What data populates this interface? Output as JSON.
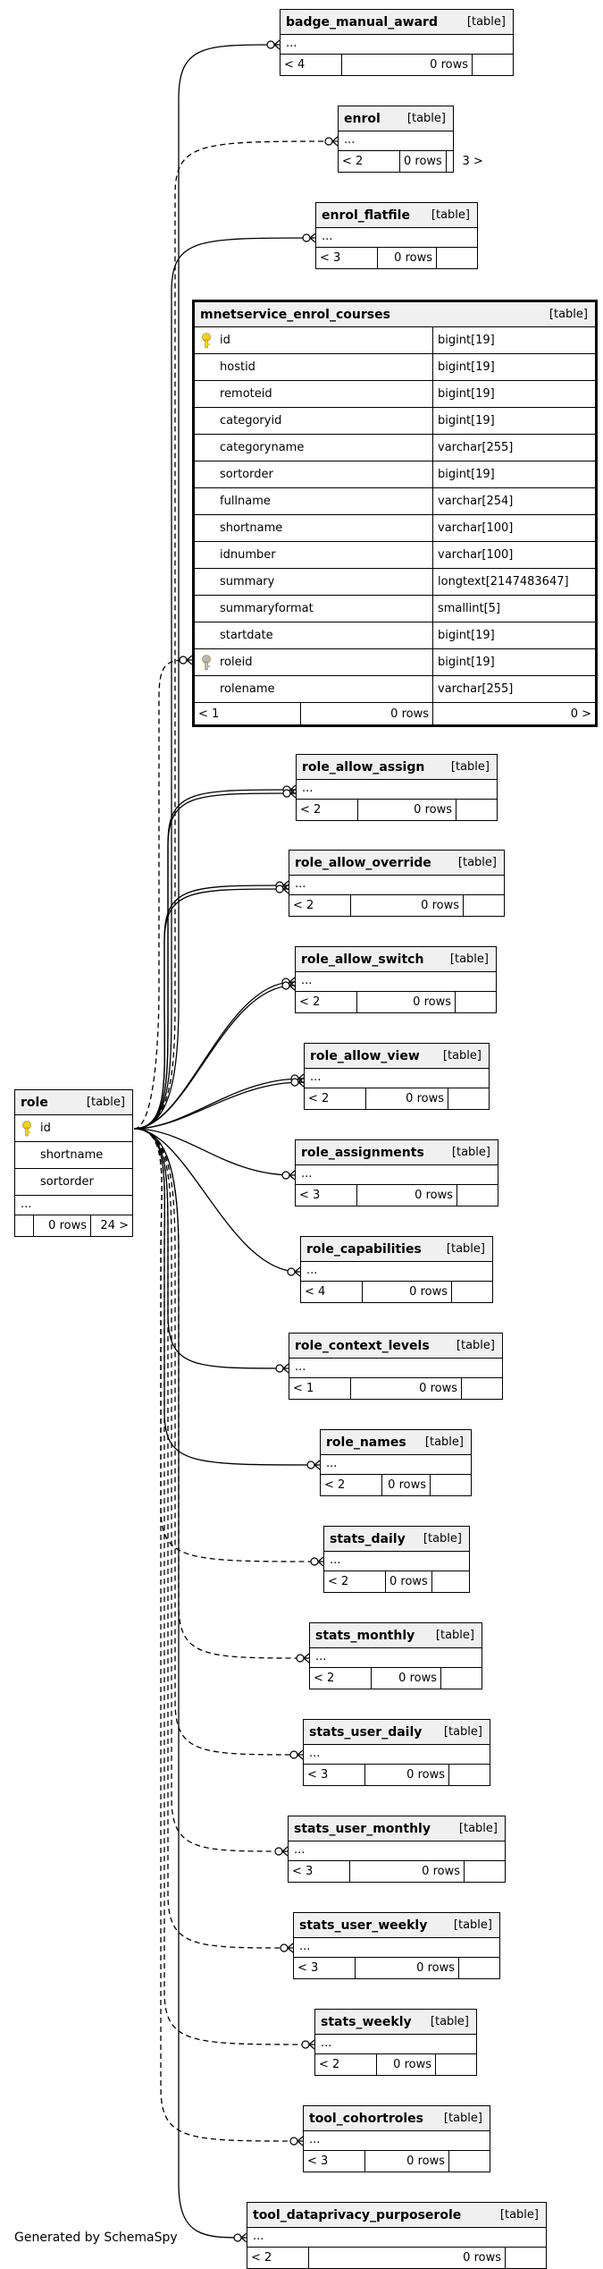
{
  "focus_table": {
    "name": "mnetservice_enrol_courses",
    "kind": "[table]",
    "columns": [
      {
        "name": "id",
        "type": "bigint[19]",
        "icon": "primary-key-icon"
      },
      {
        "name": "hostid",
        "type": "bigint[19]"
      },
      {
        "name": "remoteid",
        "type": "bigint[19]"
      },
      {
        "name": "categoryid",
        "type": "bigint[19]"
      },
      {
        "name": "categoryname",
        "type": "varchar[255]"
      },
      {
        "name": "sortorder",
        "type": "bigint[19]"
      },
      {
        "name": "fullname",
        "type": "varchar[254]"
      },
      {
        "name": "shortname",
        "type": "varchar[100]"
      },
      {
        "name": "idnumber",
        "type": "varchar[100]"
      },
      {
        "name": "summary",
        "type": "longtext[2147483647]"
      },
      {
        "name": "summaryformat",
        "type": "smallint[5]"
      },
      {
        "name": "startdate",
        "type": "bigint[19]"
      },
      {
        "name": "roleid",
        "type": "bigint[19]",
        "icon": "foreign-key-icon"
      },
      {
        "name": "rolename",
        "type": "varchar[255]"
      }
    ],
    "footer": {
      "parents": "< 1",
      "rows": "0 rows",
      "children": "0 >"
    }
  },
  "role_table": {
    "name": "role",
    "kind": "[table]",
    "columns": [
      {
        "name": "id",
        "icon": "primary-key-icon"
      },
      {
        "name": "shortname"
      },
      {
        "name": "sortorder"
      }
    ],
    "ellipsis": "...",
    "footer": {
      "parents": "",
      "rows": "0 rows",
      "children": "24 >"
    }
  },
  "related_tables": [
    {
      "name": "badge_manual_award",
      "kind": "[table]",
      "ellipsis": "...",
      "parents": "< 4",
      "rows": "0 rows",
      "children": ""
    },
    {
      "name": "enrol",
      "kind": "[table]",
      "ellipsis": "...",
      "parents": "< 2",
      "rows": "0 rows",
      "children": "3 >"
    },
    {
      "name": "enrol_flatfile",
      "kind": "[table]",
      "ellipsis": "...",
      "parents": "< 3",
      "rows": "0 rows",
      "children": ""
    },
    {
      "name": "role_allow_assign",
      "kind": "[table]",
      "ellipsis": "...",
      "parents": "< 2",
      "rows": "0 rows",
      "children": ""
    },
    {
      "name": "role_allow_override",
      "kind": "[table]",
      "ellipsis": "...",
      "parents": "< 2",
      "rows": "0 rows",
      "children": ""
    },
    {
      "name": "role_allow_switch",
      "kind": "[table]",
      "ellipsis": "...",
      "parents": "< 2",
      "rows": "0 rows",
      "children": ""
    },
    {
      "name": "role_allow_view",
      "kind": "[table]",
      "ellipsis": "...",
      "parents": "< 2",
      "rows": "0 rows",
      "children": ""
    },
    {
      "name": "role_assignments",
      "kind": "[table]",
      "ellipsis": "...",
      "parents": "< 3",
      "rows": "0 rows",
      "children": ""
    },
    {
      "name": "role_capabilities",
      "kind": "[table]",
      "ellipsis": "...",
      "parents": "< 4",
      "rows": "0 rows",
      "children": ""
    },
    {
      "name": "role_context_levels",
      "kind": "[table]",
      "ellipsis": "...",
      "parents": "< 1",
      "rows": "0 rows",
      "children": ""
    },
    {
      "name": "role_names",
      "kind": "[table]",
      "ellipsis": "...",
      "parents": "< 2",
      "rows": "0 rows",
      "children": ""
    },
    {
      "name": "stats_daily",
      "kind": "[table]",
      "ellipsis": "...",
      "parents": "< 2",
      "rows": "0 rows",
      "children": ""
    },
    {
      "name": "stats_monthly",
      "kind": "[table]",
      "ellipsis": "...",
      "parents": "< 2",
      "rows": "0 rows",
      "children": ""
    },
    {
      "name": "stats_user_daily",
      "kind": "[table]",
      "ellipsis": "...",
      "parents": "< 3",
      "rows": "0 rows",
      "children": ""
    },
    {
      "name": "stats_user_monthly",
      "kind": "[table]",
      "ellipsis": "...",
      "parents": "< 3",
      "rows": "0 rows",
      "children": ""
    },
    {
      "name": "stats_user_weekly",
      "kind": "[table]",
      "ellipsis": "...",
      "parents": "< 3",
      "rows": "0 rows",
      "children": ""
    },
    {
      "name": "stats_weekly",
      "kind": "[table]",
      "ellipsis": "...",
      "parents": "< 2",
      "rows": "0 rows",
      "children": ""
    },
    {
      "name": "tool_cohortroles",
      "kind": "[table]",
      "ellipsis": "...",
      "parents": "< 3",
      "rows": "0 rows",
      "children": ""
    },
    {
      "name": "tool_dataprivacy_purposerole",
      "kind": "[table]",
      "ellipsis": "...",
      "parents": "< 2",
      "rows": "0 rows",
      "children": ""
    }
  ],
  "footer_text": "Generated by SchemaSpy",
  "colors": {
    "header_bg": "#f0f0f0",
    "border": "#000000",
    "key_icon": "#f2d020",
    "fk_icon": "#b8b8b8"
  }
}
